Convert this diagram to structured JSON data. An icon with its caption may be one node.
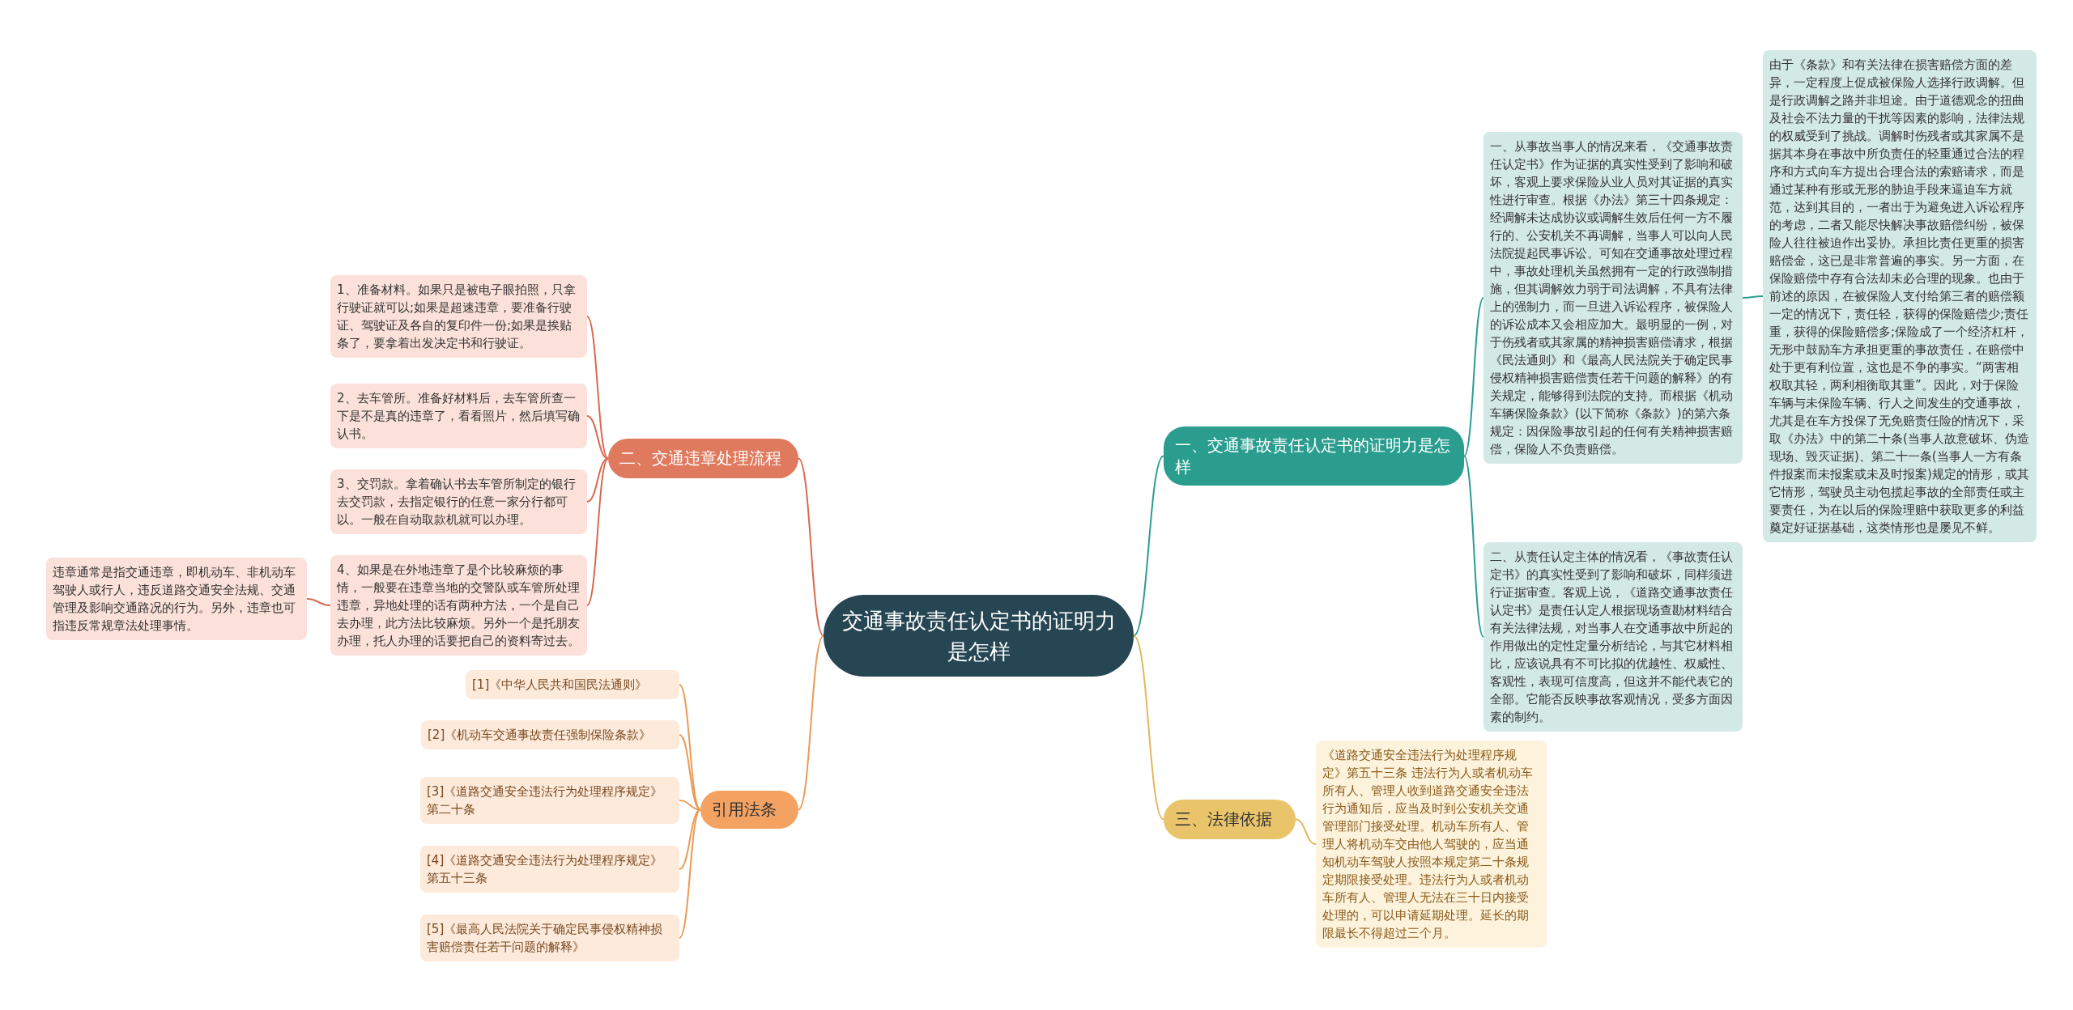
{
  "diagram": {
    "nodes": [
      {
        "text": [
          "交通事故责任认定书的证明力是怎样"
        ]
      },
      {
        "text": [
          "一、交通事故责任认定书的证明力是怎样"
        ]
      },
      {
        "text": [
          "一、从事故当事人的情况来看，《交通事故责任认定书》作为证据的真实性受到了影响和破坏，客观上要求保险从业人员对其证据的真实性进行审查。根据《办法》第三十四条规定：经调解未达成协议或调解生效后任何一方不履行的、公安机关不再调解，当事人可以向人民法院提起民事诉讼。可知在交通事故处理过程中，事故处理机关虽然拥有一定的行政强制措施，但其调解效力弱于司法调解，不具有法律上的强制力，而一旦进入诉讼程序，被保险人的诉讼成本又会相应加大。最明显的一例，对于伤残者或其家属的精神损害赔偿请求，根据《民法通则》和《最高人民法院关于确定民事侵权精神损害赔偿责任若干问题的解释》的有关规定，能够得到法院的支持。而根据《机动车辆保险条款》(以下简称《条款》)的第六条规定：因保险事故引起的任何有关精神损害赔偿，保险人不负责赔偿。"
        ]
      },
      {
        "text": [
          "由于《条款》和有关法律在损害赔偿方面的差异，一定程度上促成被保险人选择行政调解。但是行政调解之路并非坦途。由于道德观念的扭曲及社会不法力量的干扰等因素的影响，法律法规的权威受到了挑战。调解时伤残者或其家属不是据其本身在事故中所负责任的轻重通过合法的程序和方式向车方提出合理合法的索赔请求，而是通过某种有形或无形的胁迫手段来逼迫车方就范，达到其目的，一者出于为避免进入诉讼程序的考虑，二者又能尽快解决事故赔偿纠纷，被保险人往往被迫作出妥协。承担比责任更重的损害赔偿金，这已是非常普遍的事实。另一方面，在保险赔偿中存有合法却未必合理的现象。也由于前述的原因，在被保险人支付给第三者的赔偿额一定的情况下，责任轻，获得的保险赔偿少;责任重，获得的保险赔偿多;保险成了一个经济杠杆，无形中鼓励车方承担更重的事故责任，在赔偿中处于更有利位置，这也是不争的事实。“两害相权取其轻，两利相衡取其重”。因此，对于保险车辆与未保险车辆、行人之间发生的交通事故，尤其是在车方投保了无免赔责任险的情况下，采取《办法》中的第二十条(当事人故意破坏、伪造现场、毁灭证据)、第二十一条(当事人一方有条件报案而未报案或未及时报案)规定的情形，或其它情形，驾驶员主动包揽起事故的全部责任或主要责任，为在以后的保险理赔中获取更多的利益奠定好证据基础，这类情形也是屡见不鲜。"
        ]
      },
      {
        "text": [
          "二、从责任认定主体的情况看，《事故责任认定书》的真实性受到了影响和破坏，同样须进行证据审查。客观上说，《道路交通事故责任认定书》是责任认定人根据现场查勘材料结合有关法律法规，对当事人在交通事故中所起的作用做出的定性定量分析结论，与其它材料相比，应该说具有不可比拟的优越性、权威性、客观性，表现可信度高，但这并不能代表它的全部。它能否反映事故客观情况，受多方面因素的制约。"
        ]
      },
      {
        "text": [
          "二、交通违章处理流程"
        ]
      },
      {
        "text": [
          "1、准备材料。如果只是被电子眼拍照，只拿行驶证就可以;如果是超速违章，要准备行驶证、驾驶证及各自的复印件一份;如果是挨贴条了，要拿着出发决定书和行驶证。"
        ]
      },
      {
        "text": [
          "2、去车管所。准备好材料后，去车管所查一下是不是真的违章了，看看照片，然后填写确认书。"
        ]
      },
      {
        "text": [
          "3、交罚款。拿着确认书去车管所制定的银行去交罚款，去指定银行的任意一家分行都可以。一般在自动取款机就可以办理。"
        ]
      },
      {
        "text": [
          "4、如果是在外地违章了是个比较麻烦的事情，一般要在违章当地的交警队或车管所处理违章，异地处理的话有两种方法，一个是自己去办理，此方法比较麻烦。另外一个是托朋友办理，托人办理的话要把自己的资料寄过去。"
        ]
      },
      {
        "text": [
          "违章通常是指交通违章，即机动车、非机动车驾驶人或行人，违反道路交通安全法规、交通管理及影响交通路况的行为。另外，违章也可指违反常规章法处理事情。"
        ]
      },
      {
        "text": [
          "三、法律依据"
        ]
      },
      {
        "text": [
          "《道路交通安全违法行为处理程序规定》第五十三条 违法行为人或者机动车所有人、管理人收到道路交通安全违法行为通知后，应当及时到公安机关交通管理部门接受处理。机动车所有人、管理人将机动车交由他人驾驶的，应当通知机动车驾驶人按照本规定第二十条规定期限接受处理。违法行为人或者机动车所有人、管理人无法在三十日内接受处理的，可以申请延期处理。延长的期限最长不得超过三个月。"
        ]
      },
      {
        "text": [
          "引用法条"
        ]
      },
      {
        "text": [
          "[1]《中华人民共和国民法通则》"
        ]
      },
      {
        "text": [
          "[2]《机动车交通事故责任强制保险条款》"
        ]
      },
      {
        "text": [
          "[3]《道路交通安全违法行为处理程序规定》第二十条"
        ]
      },
      {
        "text": [
          "[4]《道路交通安全违法行为处理程序规定》第五十三条"
        ]
      },
      {
        "text": [
          "[5]《最高人民法院关于确定民事侵权精神损害赔偿责任若干问题的解释》"
        ]
      }
    ],
    "edges": [
      {
        "from": 0,
        "to": 1,
        "arrow": "none",
        "color": "#2a9d8f"
      },
      {
        "from": 1,
        "to": 2,
        "arrow": "none",
        "color": "#2a9d8f"
      },
      {
        "from": 2,
        "to": 3,
        "arrow": "none",
        "color": "#2a9d8f"
      },
      {
        "from": 1,
        "to": 4,
        "arrow": "none",
        "color": "#2a9d8f"
      },
      {
        "from": 0,
        "to": 5,
        "arrow": "none",
        "color": "#d9694f"
      },
      {
        "from": 5,
        "to": 6,
        "arrow": "none",
        "color": "#d9694f"
      },
      {
        "from": 5,
        "to": 7,
        "arrow": "none",
        "color": "#d9694f"
      },
      {
        "from": 5,
        "to": 8,
        "arrow": "none",
        "color": "#d9694f"
      },
      {
        "from": 5,
        "to": 9,
        "arrow": "none",
        "color": "#d9694f"
      },
      {
        "from": 9,
        "to": 10,
        "arrow": "none",
        "color": "#d9694f"
      },
      {
        "from": 0,
        "to": 11,
        "arrow": "none",
        "color": "#e0b95a"
      },
      {
        "from": 11,
        "to": 12,
        "arrow": "none",
        "color": "#e0b95a"
      },
      {
        "from": 0,
        "to": 13,
        "arrow": "none",
        "color": "#eb9a55"
      },
      {
        "from": 13,
        "to": 14,
        "arrow": "none",
        "color": "#eb9a55"
      },
      {
        "from": 13,
        "to": 15,
        "arrow": "none",
        "color": "#eb9a55"
      },
      {
        "from": 13,
        "to": 16,
        "arrow": "none",
        "color": "#eb9a55"
      },
      {
        "from": 13,
        "to": 17,
        "arrow": "none",
        "color": "#eb9a55"
      },
      {
        "from": 13,
        "to": 18,
        "arrow": "none",
        "color": "#eb9a55"
      }
    ]
  }
}
